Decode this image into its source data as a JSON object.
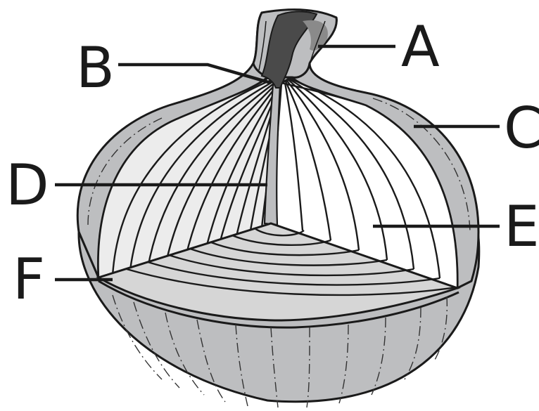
{
  "labels": {
    "a": "A",
    "b": "B",
    "c": "C",
    "d": "D",
    "e": "E",
    "f": "F"
  },
  "colors": {
    "skin": "#bdbec0",
    "cut_face": "#d6d6d6",
    "inner_light": "#ececec",
    "stem_dark": "#4a4a4a",
    "outline": "#1a1a1a"
  }
}
